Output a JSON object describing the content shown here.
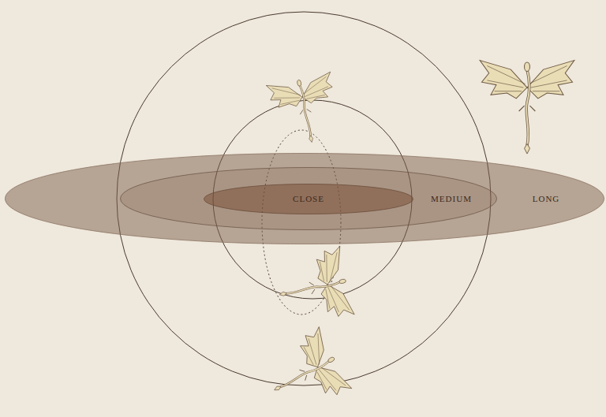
{
  "diagram": {
    "nodes": [
      {
        "text": [
          "LONG"
        ]
      },
      {
        "text": [
          "MEDIUM"
        ],
        "in": 0
      },
      {
        "text": [
          "CLOSE"
        ],
        "in": 1
      }
    ]
  }
}
